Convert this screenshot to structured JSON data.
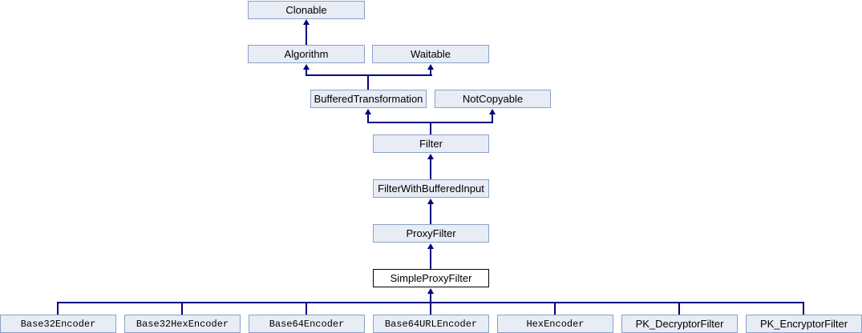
{
  "diagram": {
    "kind": "class-inheritance-graph",
    "current_class": "SimpleProxyFilter",
    "colors": {
      "edge": "#000080",
      "node_fill": "#e7ecf5",
      "node_border": "#8ca0c8",
      "current_node_fill": "#ffffff",
      "current_node_border": "#000000",
      "text": "#000000",
      "background": "#ffffff"
    },
    "nodes": [
      {
        "id": "clonable",
        "label": "Clonable",
        "text_style": "sans",
        "current": false
      },
      {
        "id": "algorithm",
        "label": "Algorithm",
        "text_style": "sans",
        "current": false
      },
      {
        "id": "waitable",
        "label": "Waitable",
        "text_style": "sans",
        "current": false
      },
      {
        "id": "buffered-transformation",
        "label": "BufferedTransformation",
        "text_style": "sans",
        "current": false
      },
      {
        "id": "not-copyable",
        "label": "NotCopyable",
        "text_style": "sans",
        "current": false
      },
      {
        "id": "filter",
        "label": "Filter",
        "text_style": "sans",
        "current": false
      },
      {
        "id": "filter-with-buffered-input",
        "label": "FilterWithBufferedInput",
        "text_style": "sans",
        "current": false
      },
      {
        "id": "proxy-filter",
        "label": "ProxyFilter",
        "text_style": "sans",
        "current": false
      },
      {
        "id": "simple-proxy-filter",
        "label": "SimpleProxyFilter",
        "text_style": "sans",
        "current": true
      },
      {
        "id": "base32-encoder",
        "label": "Base32Encoder",
        "text_style": "mono",
        "current": false
      },
      {
        "id": "base32-hex-encoder",
        "label": "Base32HexEncoder",
        "text_style": "mono",
        "current": false
      },
      {
        "id": "base64-encoder",
        "label": "Base64Encoder",
        "text_style": "mono",
        "current": false
      },
      {
        "id": "base64-url-encoder",
        "label": "Base64URLEncoder",
        "text_style": "mono",
        "current": false
      },
      {
        "id": "hex-encoder",
        "label": "HexEncoder",
        "text_style": "mono",
        "current": false
      },
      {
        "id": "pk-decryptor-filter",
        "label": "PK_DecryptorFilter",
        "text_style": "sans",
        "current": false
      },
      {
        "id": "pk-encryptor-filter",
        "label": "PK_EncryptorFilter",
        "text_style": "sans",
        "current": false
      }
    ],
    "edges": [
      {
        "derived": "Algorithm",
        "base": "Clonable"
      },
      {
        "derived": "BufferedTransformation",
        "base": "Algorithm"
      },
      {
        "derived": "BufferedTransformation",
        "base": "Waitable"
      },
      {
        "derived": "Filter",
        "base": "BufferedTransformation"
      },
      {
        "derived": "Filter",
        "base": "NotCopyable"
      },
      {
        "derived": "FilterWithBufferedInput",
        "base": "Filter"
      },
      {
        "derived": "ProxyFilter",
        "base": "FilterWithBufferedInput"
      },
      {
        "derived": "SimpleProxyFilter",
        "base": "ProxyFilter"
      },
      {
        "derived": "Base32Encoder",
        "base": "SimpleProxyFilter"
      },
      {
        "derived": "Base32HexEncoder",
        "base": "SimpleProxyFilter"
      },
      {
        "derived": "Base64Encoder",
        "base": "SimpleProxyFilter"
      },
      {
        "derived": "Base64URLEncoder",
        "base": "SimpleProxyFilter"
      },
      {
        "derived": "HexEncoder",
        "base": "SimpleProxyFilter"
      },
      {
        "derived": "PK_DecryptorFilter",
        "base": "SimpleProxyFilter"
      },
      {
        "derived": "PK_EncryptorFilter",
        "base": "SimpleProxyFilter"
      }
    ]
  }
}
